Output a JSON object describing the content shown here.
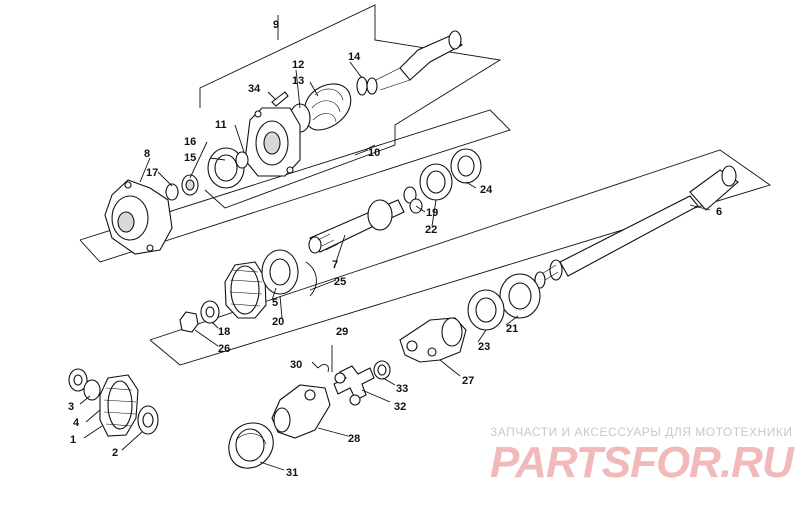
{
  "diagram": {
    "callouts": [
      {
        "id": "1",
        "text": "1"
      },
      {
        "id": "2",
        "text": "2"
      },
      {
        "id": "3",
        "text": "3"
      },
      {
        "id": "4",
        "text": "4"
      },
      {
        "id": "5",
        "text": "5"
      },
      {
        "id": "6",
        "text": "6"
      },
      {
        "id": "7",
        "text": "7"
      },
      {
        "id": "8",
        "text": "8"
      },
      {
        "id": "9",
        "text": "9"
      },
      {
        "id": "10",
        "text": "10"
      },
      {
        "id": "11",
        "text": "11"
      },
      {
        "id": "12",
        "text": "12"
      },
      {
        "id": "13",
        "text": "13"
      },
      {
        "id": "14",
        "text": "14"
      },
      {
        "id": "15",
        "text": "15"
      },
      {
        "id": "16",
        "text": "16"
      },
      {
        "id": "17",
        "text": "17"
      },
      {
        "id": "18",
        "text": "18"
      },
      {
        "id": "19",
        "text": "19"
      },
      {
        "id": "20",
        "text": "20"
      },
      {
        "id": "21",
        "text": "21"
      },
      {
        "id": "22",
        "text": "22"
      },
      {
        "id": "23",
        "text": "23"
      },
      {
        "id": "24",
        "text": "24"
      },
      {
        "id": "25",
        "text": "25"
      },
      {
        "id": "26",
        "text": "26"
      },
      {
        "id": "27",
        "text": "27"
      },
      {
        "id": "28",
        "text": "28"
      },
      {
        "id": "29",
        "text": "29"
      },
      {
        "id": "30",
        "text": "30"
      },
      {
        "id": "31",
        "text": "31"
      },
      {
        "id": "32",
        "text": "32"
      },
      {
        "id": "33",
        "text": "33"
      },
      {
        "id": "34",
        "text": "34"
      }
    ]
  },
  "watermark": {
    "tagline": "ЗАПЧАСТИ И АКСЕССУАРЫ ДЛЯ МОТОТЕХНИКИ",
    "logo": "PARTSFOR.RU"
  }
}
